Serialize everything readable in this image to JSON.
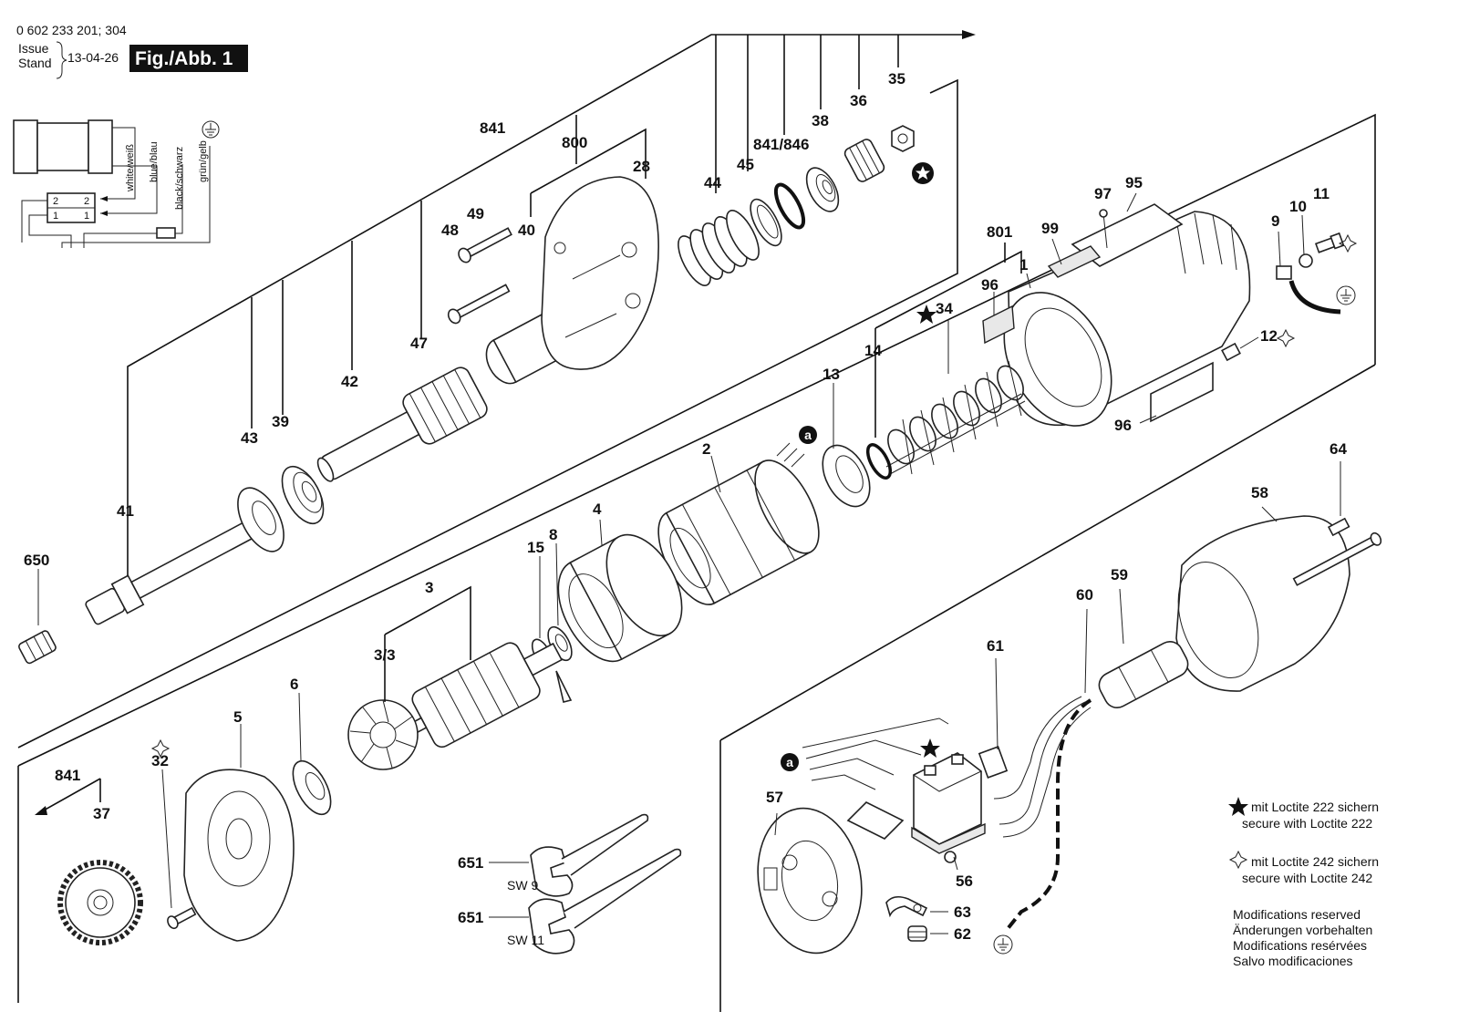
{
  "header": {
    "part_number": "0 602 233 201; 304",
    "issue_label": "Issue",
    "stand_label": "Stand",
    "date": "13-04-26",
    "figure_tag": "Fig./Abb. 1"
  },
  "wiring": {
    "wire_labels": [
      "white/weiß",
      "blue/blau",
      "black/schwarz",
      "grün/gelb"
    ],
    "terminal_numbers": [
      "2",
      "2",
      "1",
      "1"
    ]
  },
  "callouts": {
    "c841_top": "841",
    "c800": "800",
    "c28": "28",
    "c44": "44",
    "c45": "45",
    "c841_846": "841/846",
    "c38": "38",
    "c36": "36",
    "c35": "35",
    "c49": "49",
    "c48": "48",
    "c40": "40",
    "c47": "47",
    "c42": "42",
    "c43": "43",
    "c39": "39",
    "c41": "41",
    "c650": "650",
    "c801": "801",
    "c97": "97",
    "c95": "95",
    "c99": "99",
    "c1": "1",
    "c9": "9",
    "c10": "10",
    "c11": "11",
    "c96a": "96",
    "c34": "34",
    "c14": "14",
    "c13": "13",
    "c12": "12",
    "c96b": "96",
    "c2": "2",
    "c4": "4",
    "c8": "8",
    "c15": "15",
    "c3": "3",
    "c33": "3/3",
    "c6": "6",
    "c5": "5",
    "c32": "32",
    "c841_bottom": "841",
    "c37": "37",
    "c64": "64",
    "c58": "58",
    "c59": "59",
    "c60": "60",
    "c61": "61",
    "c57": "57",
    "c56": "56",
    "c63": "63",
    "c62": "62",
    "c651a": "651",
    "c651b": "651",
    "sw9": "SW 9",
    "sw11": "SW 11"
  },
  "notes": {
    "loctite222_de": "mit Loctite 222 sichern",
    "loctite222_en": "secure with Loctite 222",
    "loctite242_de": "mit Loctite 242 sichern",
    "loctite242_en": "secure with Loctite 242",
    "modifications": [
      "Modifications reserved",
      "Änderungen vorbehalten",
      "Modifications resérvées",
      "Salvo modificaciones"
    ]
  },
  "markers": {
    "circle_a": "a"
  }
}
